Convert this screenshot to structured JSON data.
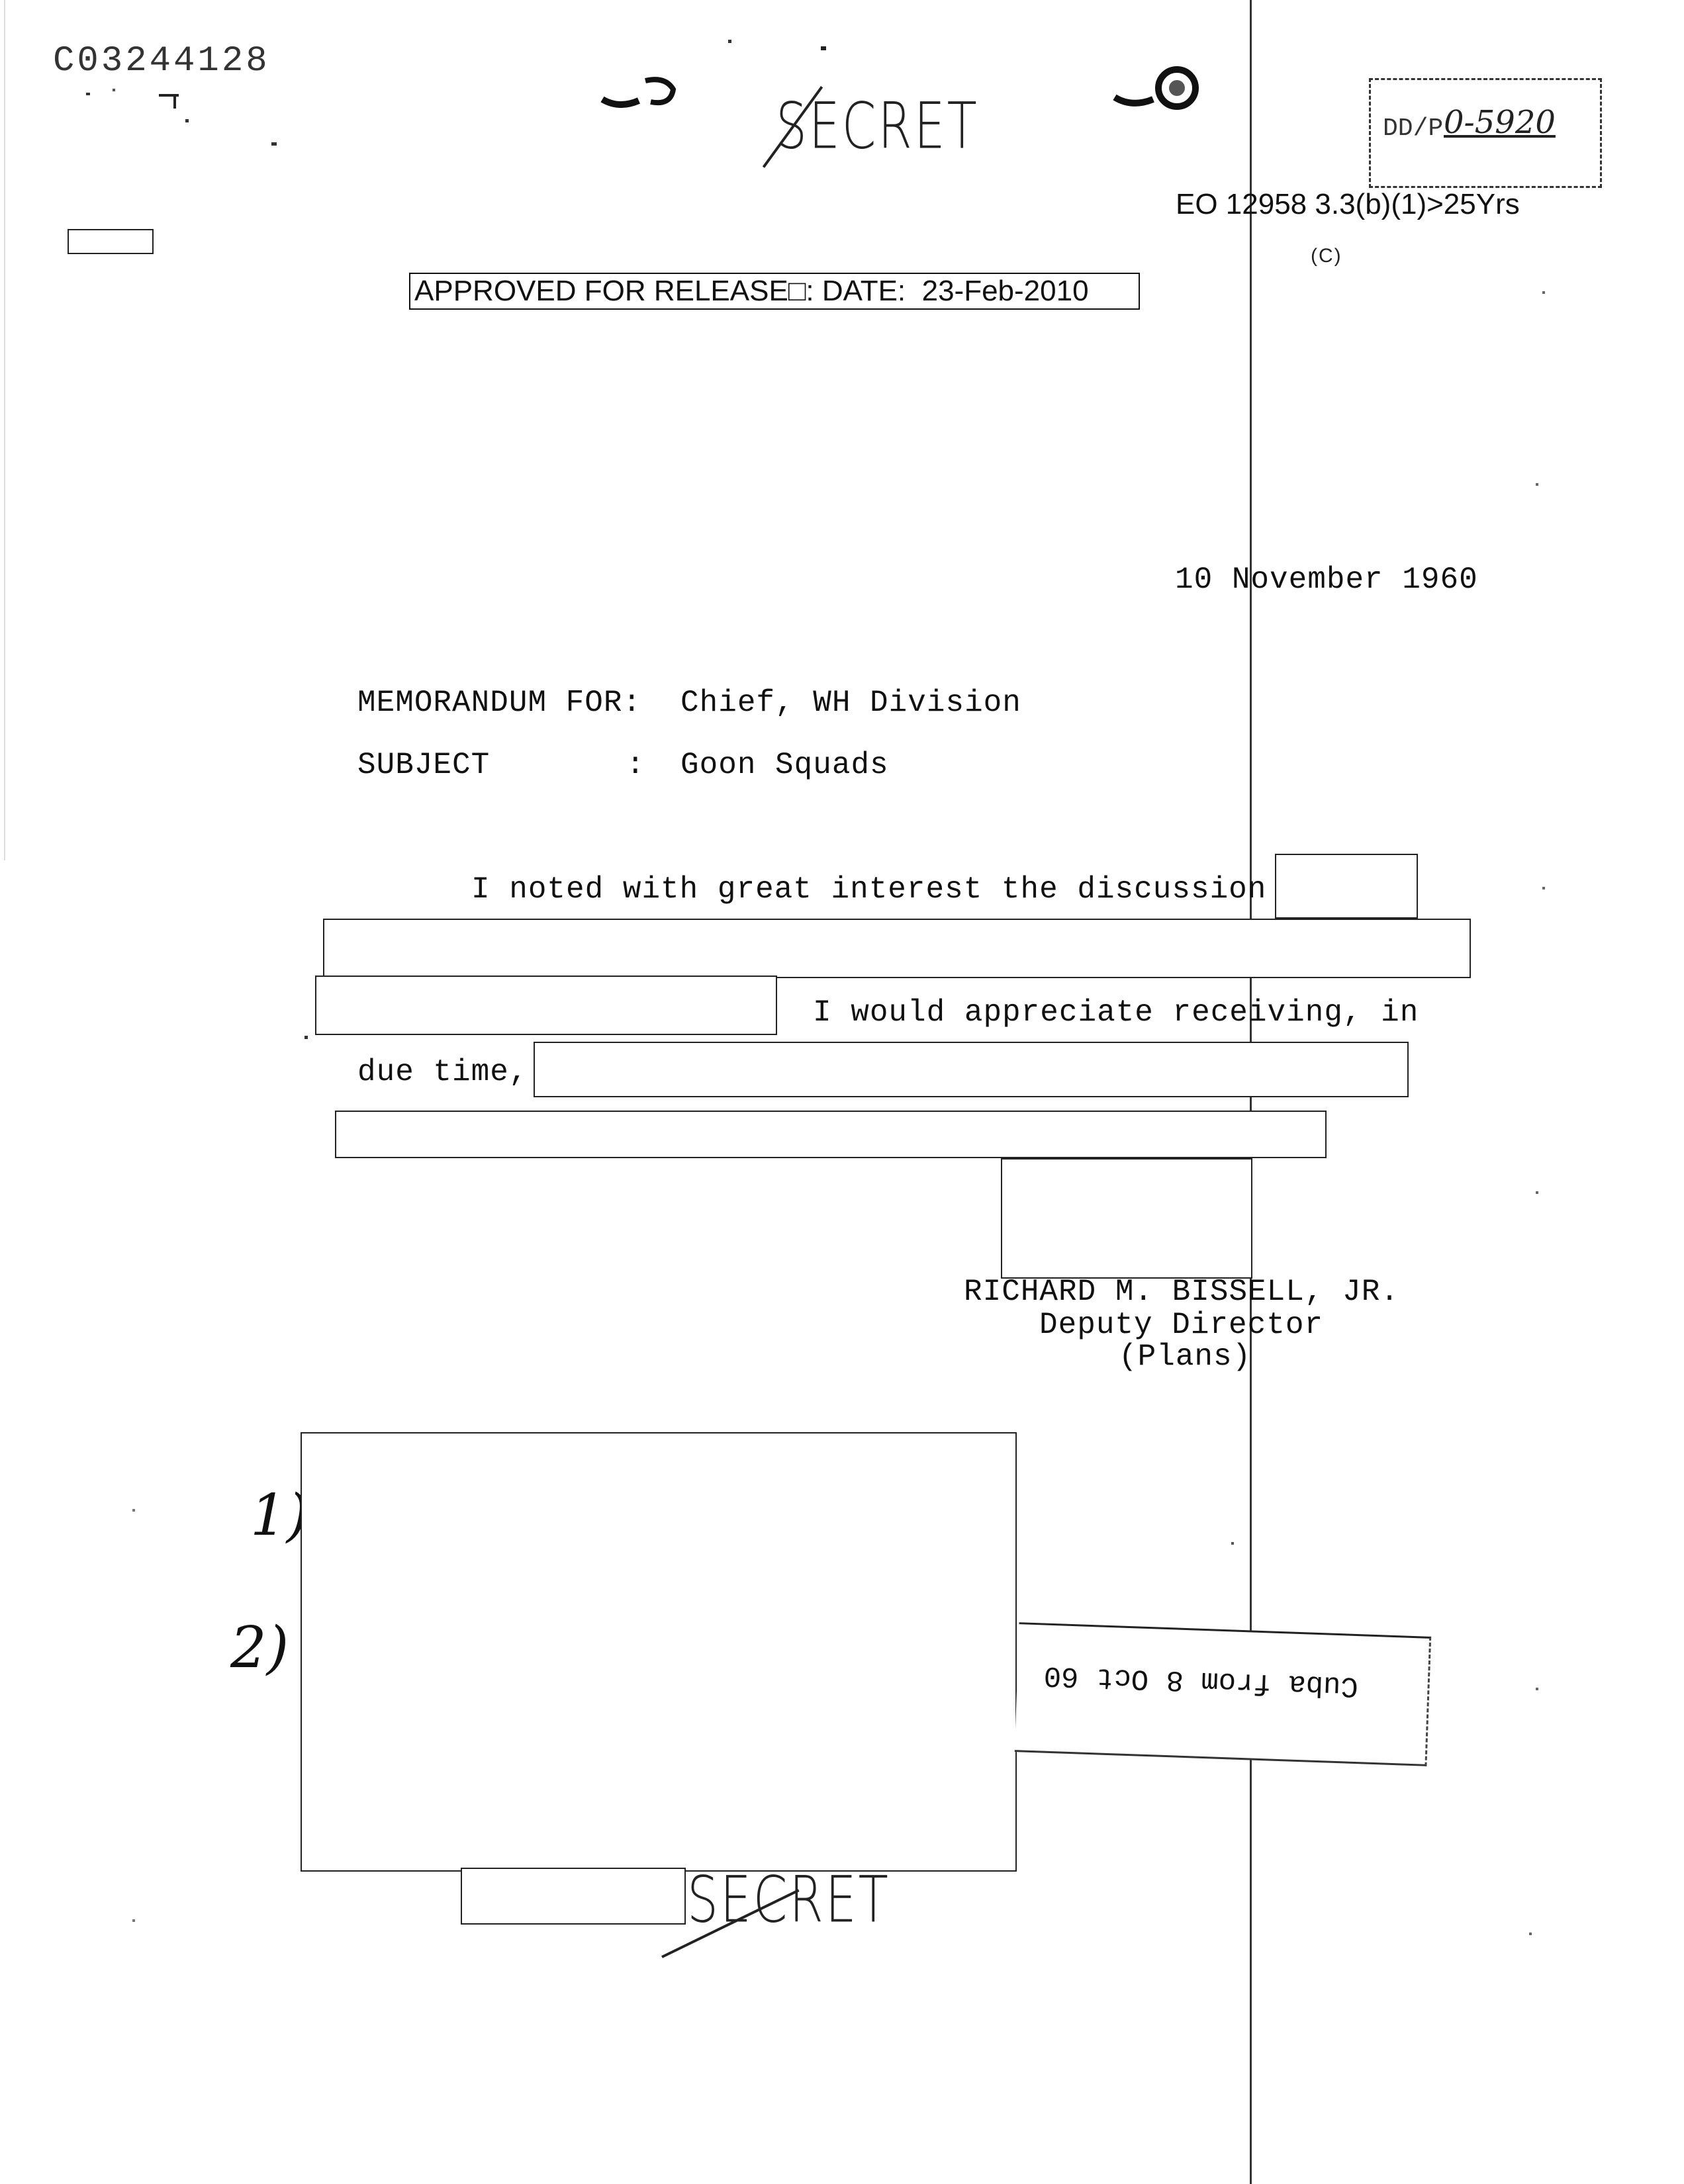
{
  "header": {
    "doc_id": "C03244128",
    "classification_top": "SECRET",
    "control_number_prefix": "DD/P",
    "control_number": "0-5920",
    "exemption": "EO 12958 3.3(b)(1)>25Yrs",
    "exemption_sub": "(C)",
    "release_stamp": "APPROVED FOR RELEASE□: DATE:  23-Feb-2010"
  },
  "memo": {
    "date": "10 November 1960",
    "for_label": "MEMORANDUM FOR:",
    "for_value": "Chief, WH Division",
    "subject_label": "SUBJECT",
    "subject_sep": ":",
    "subject_value": "Goon Squads",
    "line1": "I noted with great interest the discussion",
    "line3": "I would appreciate receiving, in",
    "line4": "due time,"
  },
  "signature": {
    "name": "RICHARD M. BISSELL, JR.",
    "title": "Deputy Director",
    "office": "(Plans)"
  },
  "annotations": {
    "hand_1": "1)",
    "hand_2": "2)",
    "slip_text": "Cuba from 8 Oct 60"
  },
  "footer": {
    "classification_bottom": "SECRET"
  }
}
